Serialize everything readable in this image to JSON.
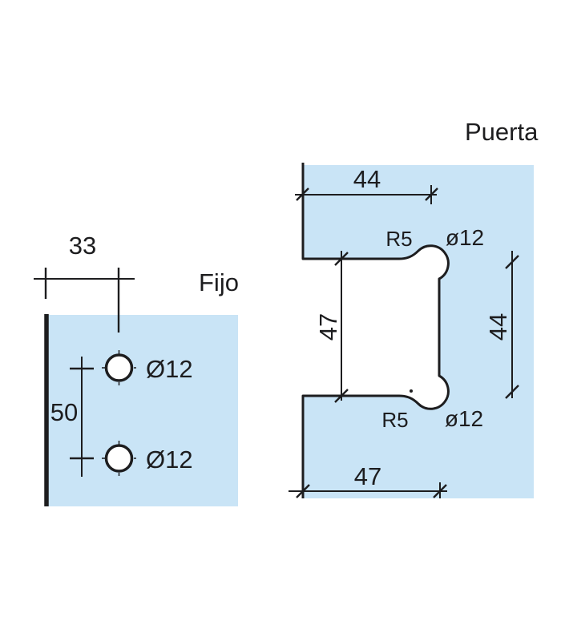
{
  "colors": {
    "glass": "#c9e4f6",
    "ink": "#1d1d1f"
  },
  "fijo": {
    "label": "Fijo",
    "dims": {
      "edge_to_holes_width": "33",
      "holes_spacing": "50",
      "hole_top_diameter": "Ø12",
      "hole_bottom_diameter": "Ø12"
    }
  },
  "puerta": {
    "label": "Puerta",
    "dims": {
      "top_edge_to_hole": "44",
      "notch_height": "47",
      "holes_spacing": "44",
      "bottom_edge_to_hole": "47",
      "radius_top": "R5",
      "radius_bottom": "R5",
      "hole_top_diameter": "ø12",
      "hole_bottom_diameter": "ø12"
    }
  }
}
